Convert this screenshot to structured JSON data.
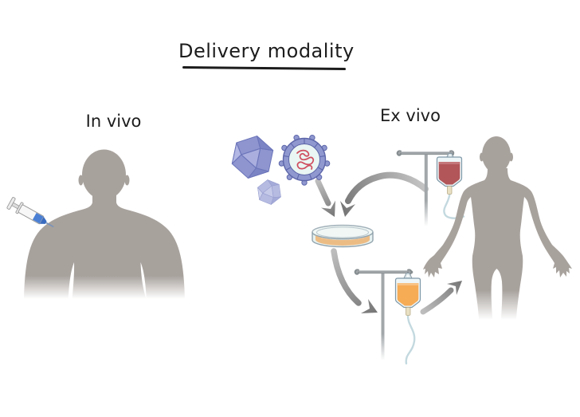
{
  "title": {
    "text": "Delivery modality"
  },
  "sections": {
    "in_vivo": {
      "label": "In vivo"
    },
    "ex_vivo": {
      "label": "Ex vivo"
    }
  },
  "icons": {
    "in_vivo": [
      "syringe-icon",
      "patient-bust-silhouette"
    ],
    "ex_vivo": [
      "icosahedral-virus-large-icon",
      "icosahedral-virus-small-icon",
      "enveloped-virus-icon",
      "petri-dish-icon",
      "iv-stand-icon",
      "blood-bag-icon",
      "cell-product-bag-icon",
      "patient-body-silhouette"
    ]
  },
  "flows": [
    {
      "from": "viral-vectors",
      "to": "petri-dish"
    },
    {
      "from": "blood-bag",
      "to": "petri-dish"
    },
    {
      "from": "petri-dish",
      "to": "cell-product-bag"
    },
    {
      "from": "cell-product-bag",
      "to": "patient-body"
    }
  ],
  "colors": {
    "background": "#ffffff",
    "text": "#1c1c1c",
    "silhouette": "#a8a29d",
    "arrow_light": "#bdbdbd",
    "arrow_dark": "#767676",
    "iv_pole": "#a2a7aa",
    "tube": "#c3d9df",
    "blood": "#b25659",
    "cell_product": "#f6ab55",
    "bag_plastic": "#edf5f7",
    "bag_port": "#e9e0c4",
    "petri_media": "#ecbc85",
    "petri_glass": "#eef6f4",
    "virus_capsid": "#8e95cf",
    "virus_capsid_small": "#b6bbe2",
    "virus_envelope": "#9098d0",
    "virus_outline": "#5d66a9",
    "virus_core": "#eaf6f3",
    "virus_genome": "#cf4d5f",
    "syringe_liquid": "#4a7fd4"
  }
}
